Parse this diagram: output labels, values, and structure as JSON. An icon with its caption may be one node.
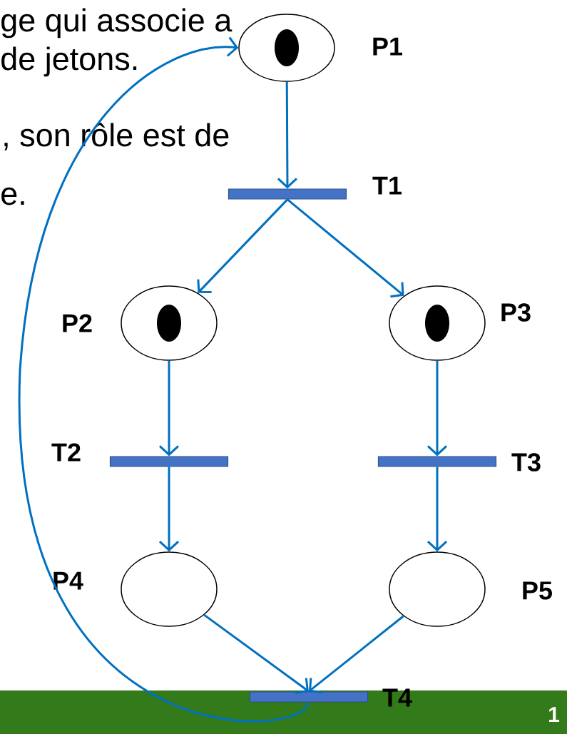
{
  "diagram": {
    "nodes": [
      {
        "text": [
          "P1"
        ]
      },
      {
        "text": [],
        "shape": "circle",
        "in": 0
      },
      {
        "text": [
          "T1"
        ]
      },
      {
        "text": [
          "P2"
        ]
      },
      {
        "text": [],
        "shape": "circle",
        "in": 3
      },
      {
        "text": [
          "P3"
        ]
      },
      {
        "text": [],
        "shape": "circle",
        "in": 5
      },
      {
        "text": [
          "T2"
        ]
      },
      {
        "text": [
          "T3"
        ]
      },
      {
        "text": [
          "P4"
        ]
      },
      {
        "text": [
          "P5"
        ]
      },
      {
        "text": [
          "T4"
        ]
      }
    ],
    "edges": [
      {
        "from": 0,
        "to": 2,
        "arrow": "to"
      },
      {
        "from": 2,
        "to": 3,
        "arrow": "to"
      },
      {
        "from": 2,
        "to": 5,
        "arrow": "to"
      },
      {
        "from": 3,
        "to": 7,
        "arrow": "to"
      },
      {
        "from": 5,
        "to": 8,
        "arrow": "to"
      },
      {
        "from": 7,
        "to": 9,
        "arrow": "to"
      },
      {
        "from": 8,
        "to": 10,
        "arrow": "to"
      },
      {
        "from": 9,
        "to": 11,
        "arrow": "to"
      },
      {
        "from": 10,
        "to": 11,
        "arrow": "to"
      },
      {
        "from": 11,
        "to": 0,
        "arrow": "to"
      }
    ],
    "labels": [
      "ge qui associe a",
      "de jetons.",
      ", son rôle est de",
      "e.",
      "1"
    ]
  }
}
